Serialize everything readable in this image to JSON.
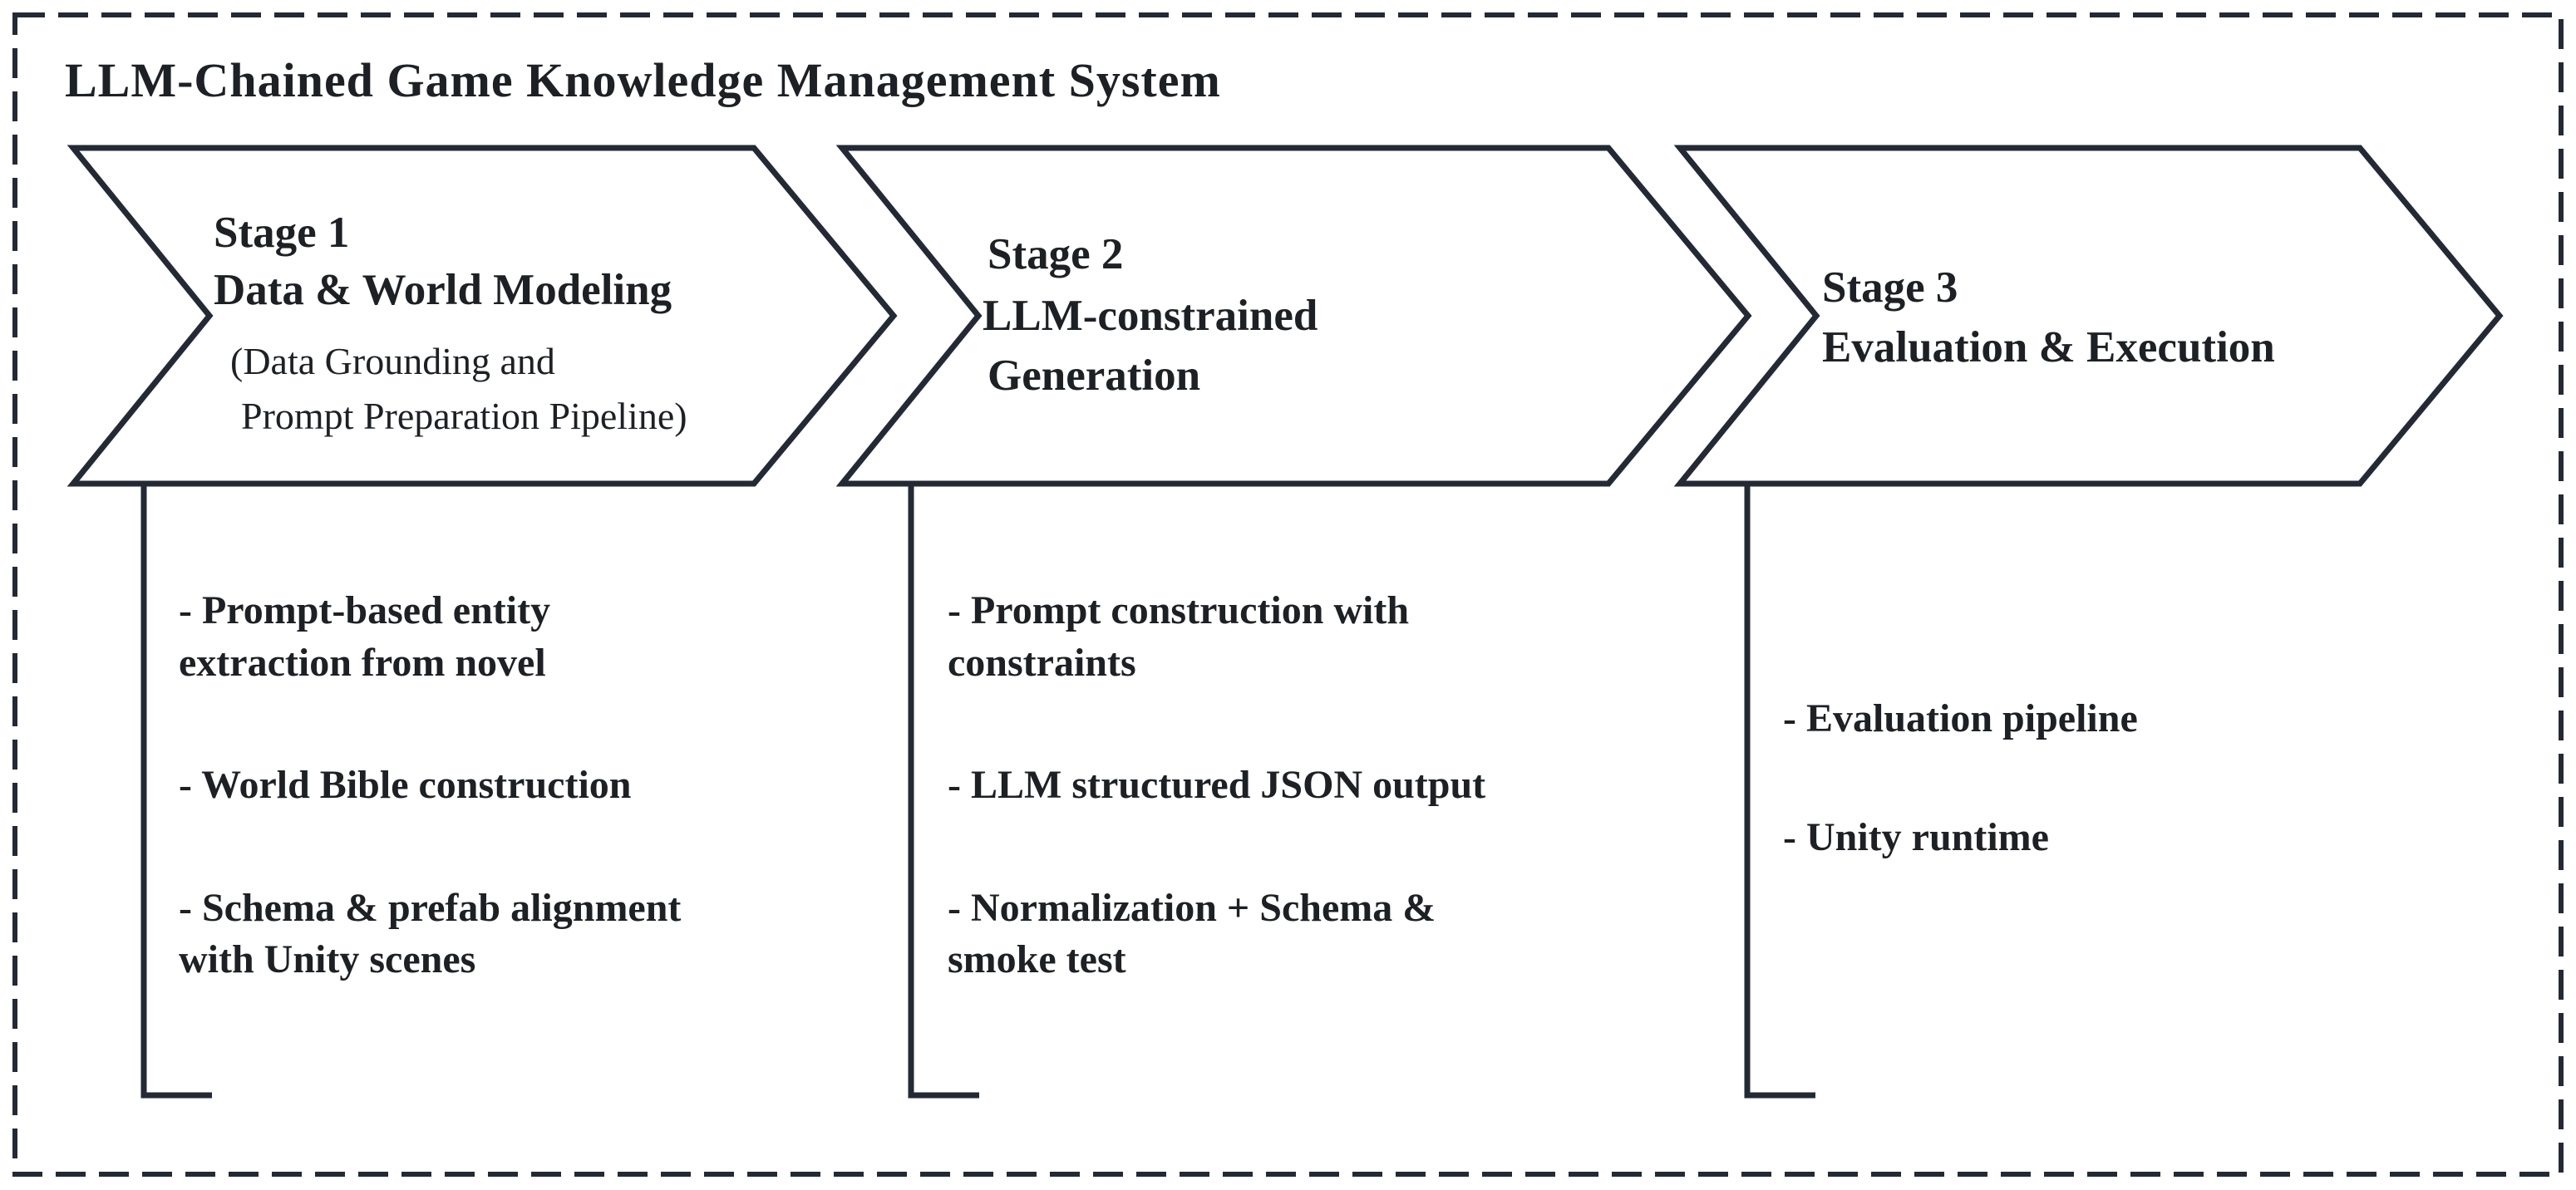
{
  "title": "LLM-Chained Game Knowledge Management System",
  "colors": {
    "ink": "#232a35",
    "text": "#1d2024",
    "background": "#ffffff"
  },
  "stages": [
    {
      "label": "Stage 1",
      "heading_lines": [
        "Data & World Modeling"
      ],
      "subheading_lines": [
        "(Data Grounding and",
        "Prompt Preparation Pipeline)"
      ],
      "bullets": [
        {
          "lines": [
            "- Prompt-based entity",
            "extraction from novel"
          ]
        },
        {
          "lines": [
            "- World Bible construction"
          ]
        },
        {
          "lines": [
            "- Schema & prefab alignment",
            "with Unity scenes"
          ]
        }
      ]
    },
    {
      "label": "Stage 2",
      "heading_lines": [
        "LLM-constrained",
        "Generation"
      ],
      "subheading_lines": [],
      "bullets": [
        {
          "lines": [
            "- Prompt construction with",
            "constraints"
          ]
        },
        {
          "lines": [
            "- LLM structured JSON output"
          ]
        },
        {
          "lines": [
            "- Normalization + Schema &",
            "smoke test"
          ]
        }
      ]
    },
    {
      "label": "Stage 3",
      "heading_lines": [
        "Evaluation & Execution"
      ],
      "subheading_lines": [],
      "bullets": [
        {
          "lines": [
            "- Evaluation pipeline"
          ]
        },
        {
          "lines": [
            "- Unity runtime"
          ]
        }
      ]
    }
  ]
}
